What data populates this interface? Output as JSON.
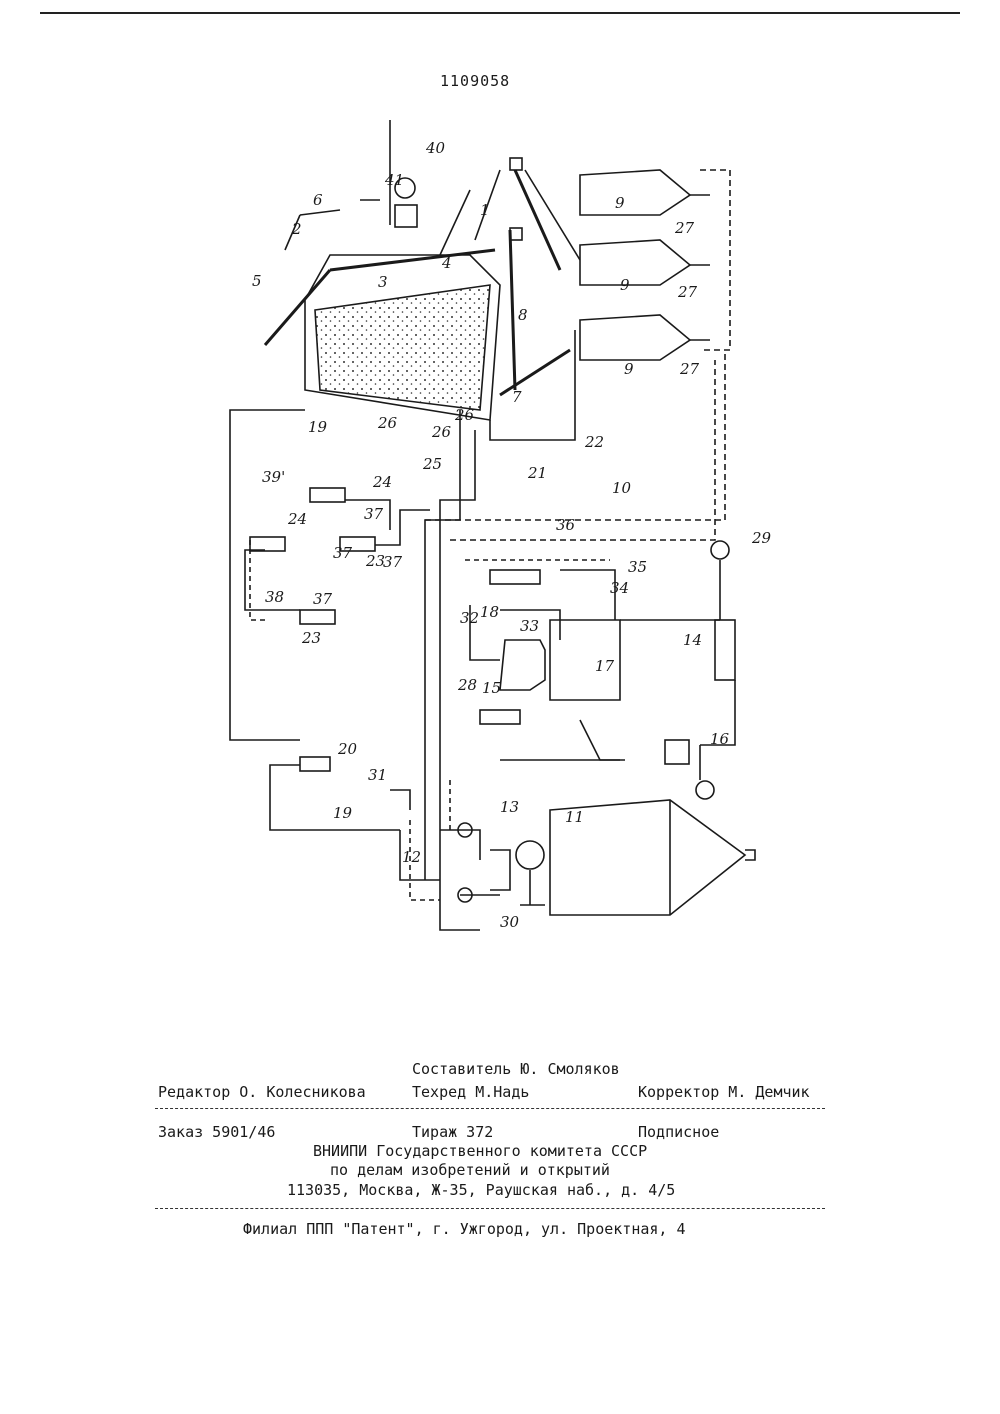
{
  "patent_number": "1109058",
  "figure": {
    "labels": [
      "1",
      "2",
      "3",
      "4",
      "5",
      "6",
      "7",
      "8",
      "9",
      "9",
      "9",
      "10",
      "11",
      "12",
      "13",
      "14",
      "15",
      "16",
      "17",
      "18",
      "19",
      "19",
      "20",
      "21",
      "22",
      "23",
      "23",
      "24",
      "24",
      "25",
      "26",
      "26",
      "26",
      "27",
      "27",
      "27",
      "28",
      "29",
      "30",
      "31",
      "32",
      "33",
      "34",
      "35",
      "36",
      "37",
      "37",
      "37",
      "37",
      "38",
      "39'",
      "40",
      "41"
    ]
  },
  "colophon": {
    "compiler": "Составитель Ю. Смоляков",
    "editor": "Редактор О. Колесникова",
    "techred": "Техред М.Надь",
    "corrector": "Корректор М. Демчик",
    "order": "Заказ 5901/46",
    "circulation": "Тираж 372",
    "subscription": "Подписное",
    "org_line1": "ВНИИПИ Государственного комитета СССР",
    "org_line2": "по делам изобретений и открытий",
    "address": "113035, Москва, Ж-35, Раушская наб., д. 4/5",
    "branch": "Филиал ППП \"Патент\", г. Ужгород, ул. Проектная, 4"
  }
}
